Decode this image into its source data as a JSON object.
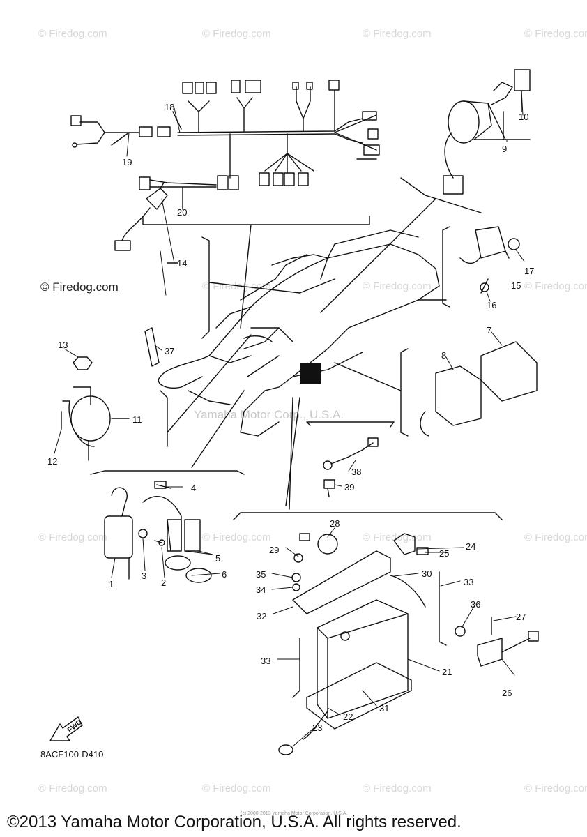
{
  "watermark": {
    "text": "© Firedog.com",
    "dark_text": "© Firedog.com"
  },
  "center_watermark": "Yamaha Motor Corp., U.S.A.",
  "diagram_code": "8ACF100-D410",
  "fwd_label": "FWD",
  "fine_print": "(c) 2000-2013 Yamaha Motor Corporation, U.S.A.",
  "copyright": "©2013 Yamaha Motor Corporation, U.S.A. All rights reserved.",
  "callouts": [
    "1",
    "2",
    "3",
    "4",
    "5",
    "6",
    "7",
    "8",
    "9",
    "10",
    "11",
    "12",
    "13",
    "14",
    "15",
    "16",
    "17",
    "18",
    "19",
    "20",
    "21",
    "22",
    "23",
    "24",
    "25",
    "26",
    "27",
    "28",
    "29",
    "30",
    "31",
    "32",
    "33",
    "33",
    "34",
    "35",
    "36",
    "37",
    "38",
    "39"
  ],
  "colors": {
    "line": "#111111",
    "watermark": "#d7d7d7"
  }
}
